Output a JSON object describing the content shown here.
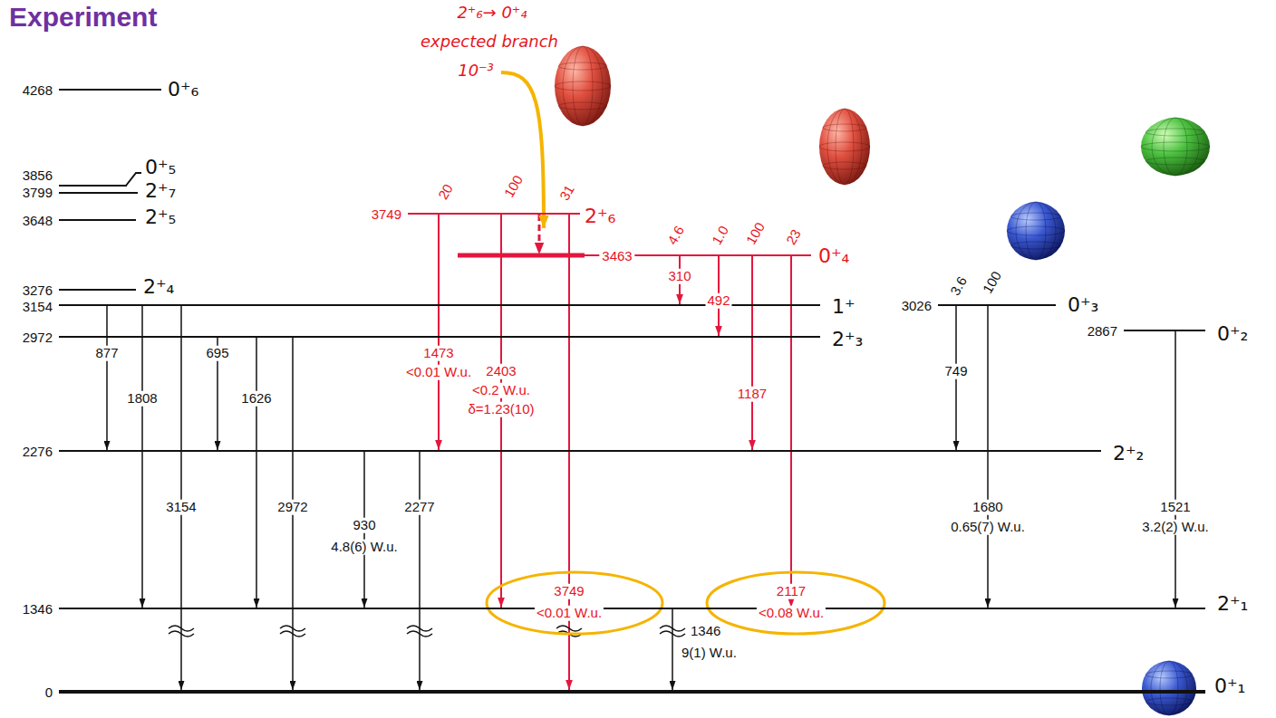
{
  "diagram": {
    "title": "Experiment",
    "nodes": [
      {
        "text": [
          "4268",
          "0⁺₆"
        ]
      },
      {
        "text": [
          "3856",
          "0⁺₅"
        ]
      },
      {
        "text": [
          "3799",
          "2⁺₇"
        ]
      },
      {
        "text": [
          "3749",
          "2⁺₆"
        ]
      },
      {
        "text": [
          "3648",
          "2⁺₅"
        ]
      },
      {
        "text": [
          "3463",
          "0⁺₄"
        ]
      },
      {
        "text": [
          "3276",
          "2⁺₄"
        ]
      },
      {
        "text": [
          "3154",
          "1⁺"
        ]
      },
      {
        "text": [
          "3026",
          "0⁺₃"
        ]
      },
      {
        "text": [
          "2972",
          "2⁺₃"
        ]
      },
      {
        "text": [
          "2867",
          "0⁺₂"
        ]
      },
      {
        "text": [
          "2276",
          "2⁺₂"
        ]
      },
      {
        "text": [
          "1346",
          "2⁺₁"
        ]
      },
      {
        "text": [
          "0",
          "0⁺₁"
        ]
      }
    ],
    "edges": [
      {
        "from": 7,
        "to": 11,
        "label": "877",
        "arrow": "to"
      },
      {
        "from": 7,
        "to": 12,
        "label": "1808",
        "arrow": "to"
      },
      {
        "from": 7,
        "to": 13,
        "label": "3154",
        "arrow": "to"
      },
      {
        "from": 9,
        "to": 11,
        "label": "695",
        "arrow": "to"
      },
      {
        "from": 9,
        "to": 12,
        "label": "1626",
        "arrow": "to"
      },
      {
        "from": 9,
        "to": 13,
        "label": "2972",
        "arrow": "to"
      },
      {
        "from": 11,
        "to": 12,
        "label": "930",
        "arrow": "to"
      },
      {
        "from": 11,
        "to": 13,
        "label": "2277",
        "arrow": "to"
      },
      {
        "from": 3,
        "to": 11,
        "label": "1473",
        "arrow": "to"
      },
      {
        "from": 3,
        "to": 12,
        "label": "2403",
        "arrow": "to"
      },
      {
        "from": 3,
        "to": 13,
        "label": "3749",
        "arrow": "to"
      },
      {
        "from": 3,
        "to": 5,
        "arrow": "to"
      },
      {
        "from": 5,
        "to": 7,
        "label": "310",
        "arrow": "to"
      },
      {
        "from": 5,
        "to": 9,
        "label": "492",
        "arrow": "to"
      },
      {
        "from": 5,
        "to": 11,
        "label": "1187",
        "arrow": "to"
      },
      {
        "from": 5,
        "to": 12,
        "label": "2117",
        "arrow": "to"
      },
      {
        "from": 8,
        "to": 11,
        "label": "749",
        "arrow": "to"
      },
      {
        "from": 8,
        "to": 12,
        "label": "1680",
        "arrow": "to"
      },
      {
        "from": 10,
        "to": 12,
        "label": "1521",
        "arrow": "to"
      },
      {
        "from": 12,
        "to": 13,
        "label": "1346",
        "arrow": "to"
      }
    ],
    "labels": [
      "2⁺₆→ 0⁺₄",
      "expected branch",
      "10⁻³",
      "20",
      "100",
      "31",
      "4.6",
      "1.0",
      "100",
      "23",
      "3.6",
      "100",
      "<0.01 W.u.",
      "<0.2 W.u.",
      "δ=1.23(10)",
      "<0.01 W.u.",
      "<0.08 W.u.",
      "4.8(6) W.u.",
      "9(1) W.u.",
      "0.65(7) W.u.",
      "3.2(2) W.u."
    ]
  }
}
